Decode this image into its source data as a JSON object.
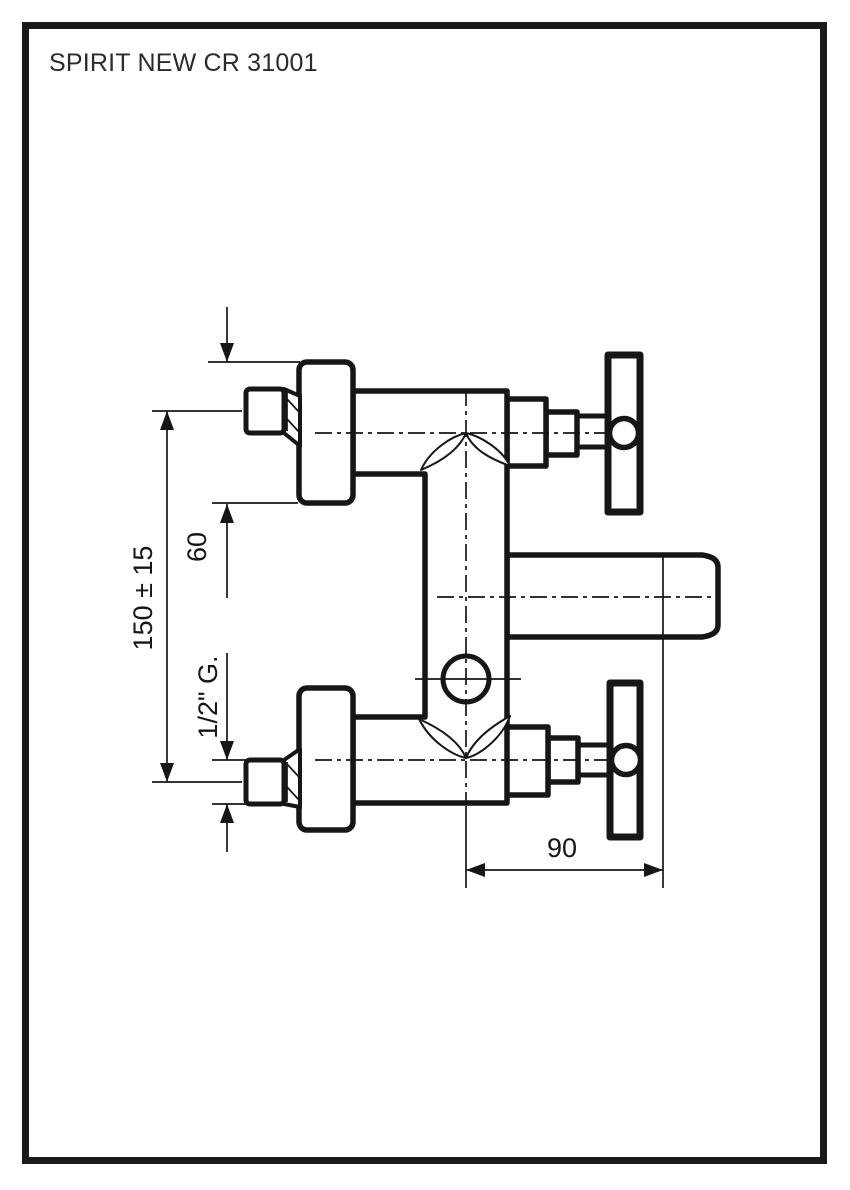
{
  "page": {
    "title": "SPIRIT NEW CR 31001"
  },
  "dimensions": {
    "centers_label": "150 ± 15",
    "flange_label": "60",
    "thread_label": "1/2\" G.",
    "spout_label": "90"
  },
  "colors": {
    "line": "#161616",
    "frame": "#1a1a1a",
    "background": "#ffffff"
  }
}
